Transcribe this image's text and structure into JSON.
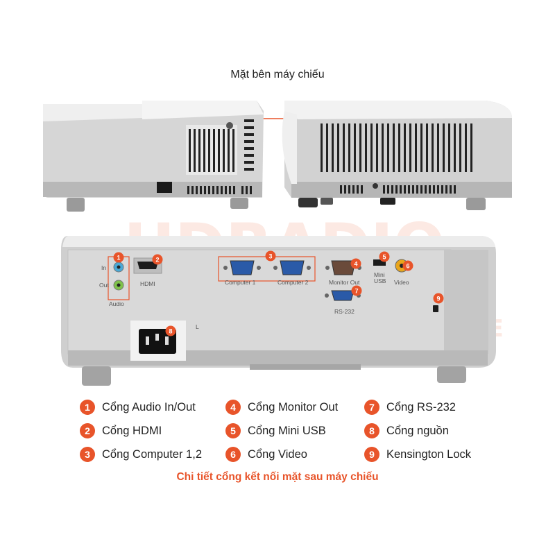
{
  "side_title": "Mặt bên máy chiếu",
  "ports": {
    "audio": "Audio",
    "in": "In",
    "out": "Out",
    "hdmi": "HDMI",
    "computer1": "Computer 1",
    "computer2": "Computer 2",
    "monitor_out": "Monitor Out",
    "mini_usb_1": "Mini",
    "mini_usb_2": "USB",
    "video": "Video",
    "rs232": "RS-232",
    "power_mark": "L"
  },
  "badges": [
    "1",
    "2",
    "3",
    "4",
    "5",
    "6",
    "7",
    "8",
    "9"
  ],
  "legend": [
    {
      "num": "1",
      "label": "Cổng Audio In/Out"
    },
    {
      "num": "2",
      "label": "Cổng HDMI"
    },
    {
      "num": "3",
      "label": "Cổng Computer 1,2"
    },
    {
      "num": "4",
      "label": "Cổng Monitor Out"
    },
    {
      "num": "5",
      "label": "Cổng Mini USB"
    },
    {
      "num": "6",
      "label": "Cổng Video"
    },
    {
      "num": "7",
      "label": "Cổng RS-232"
    },
    {
      "num": "8",
      "label": "Cổng nguồn"
    },
    {
      "num": "9",
      "label": "Kensington Lock"
    }
  ],
  "caption": "Chi tiết cổng kết nối mặt sau máy chiếu",
  "watermark": {
    "line1": "HDRADIO",
    "line2": "AUDIO HOME CINEMA - KARAOKE"
  },
  "colors": {
    "accent": "#e8542a",
    "body": "#c9c9c9",
    "body_dark": "#a9a9a9",
    "panel": "#d4d4d4",
    "vga": "#2a5aa8"
  }
}
